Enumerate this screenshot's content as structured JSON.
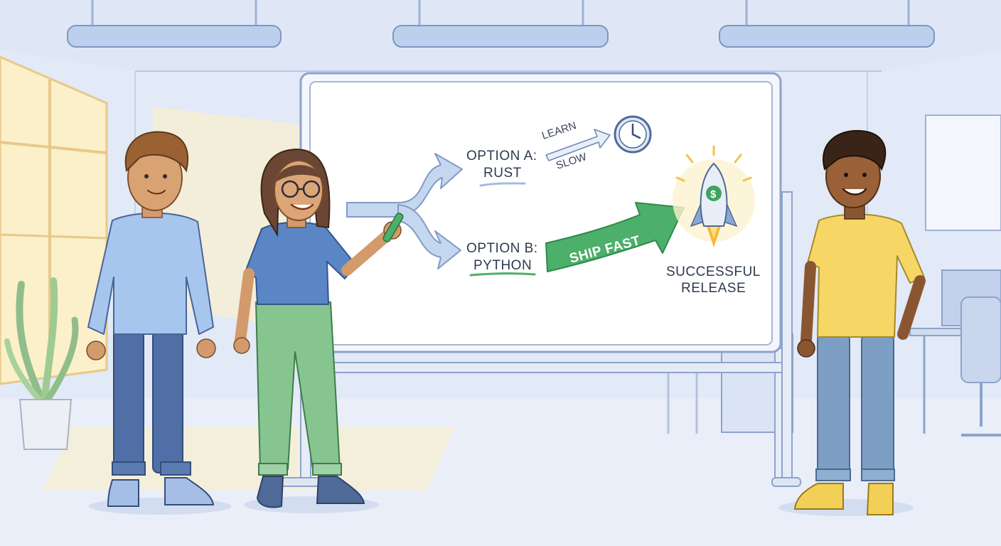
{
  "whiteboard": {
    "option_a_line1": "OPTION A:",
    "option_a_line2": "RUST",
    "option_b_line1": "OPTION B:",
    "option_b_line2": "PYTHON",
    "learn_label": "LEARN",
    "slow_label": "SLOW",
    "ship_fast_label": "SHIP FAST",
    "result_line1": "SUCCESSFUL",
    "result_line2": "RELEASE",
    "rocket_symbol": "$"
  },
  "colors": {
    "background": "#e4ebf8",
    "whiteboard": "#ffffff",
    "accent_green": "#4caf6a",
    "accent_blue": "#9fbde2",
    "sunlight": "#fdf2c8"
  },
  "icons": [
    "clock-icon",
    "rocket-icon",
    "dollar-icon",
    "marker-icon"
  ]
}
